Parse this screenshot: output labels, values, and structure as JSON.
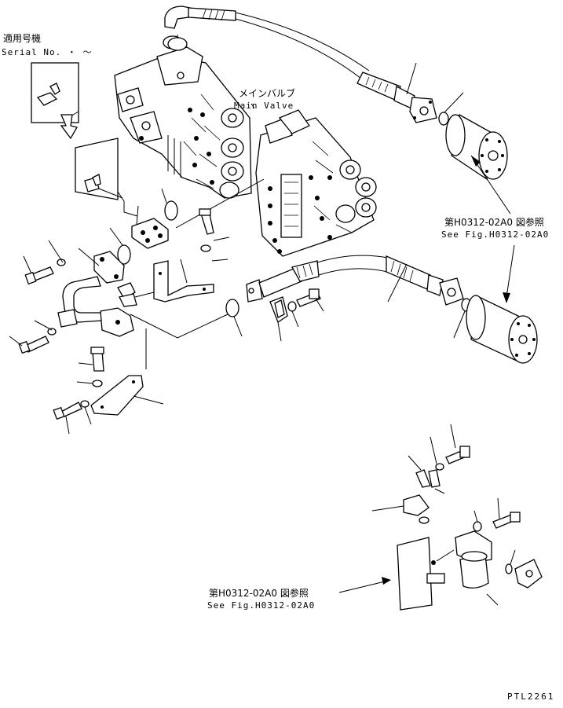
{
  "serial": {
    "jp": "適用号機",
    "en": "Serial No.  ・  ～"
  },
  "main_valve": {
    "jp": "メインバルブ",
    "en": "Main Valve"
  },
  "ref_upper": {
    "jp": "第H0312-02A0 図参照",
    "en": "See Fig.H0312-02A0"
  },
  "ref_lower": {
    "jp": "第H0312-02A0 図参照",
    "en": "See Fig.H0312-02A0"
  },
  "code": "PTL2261"
}
